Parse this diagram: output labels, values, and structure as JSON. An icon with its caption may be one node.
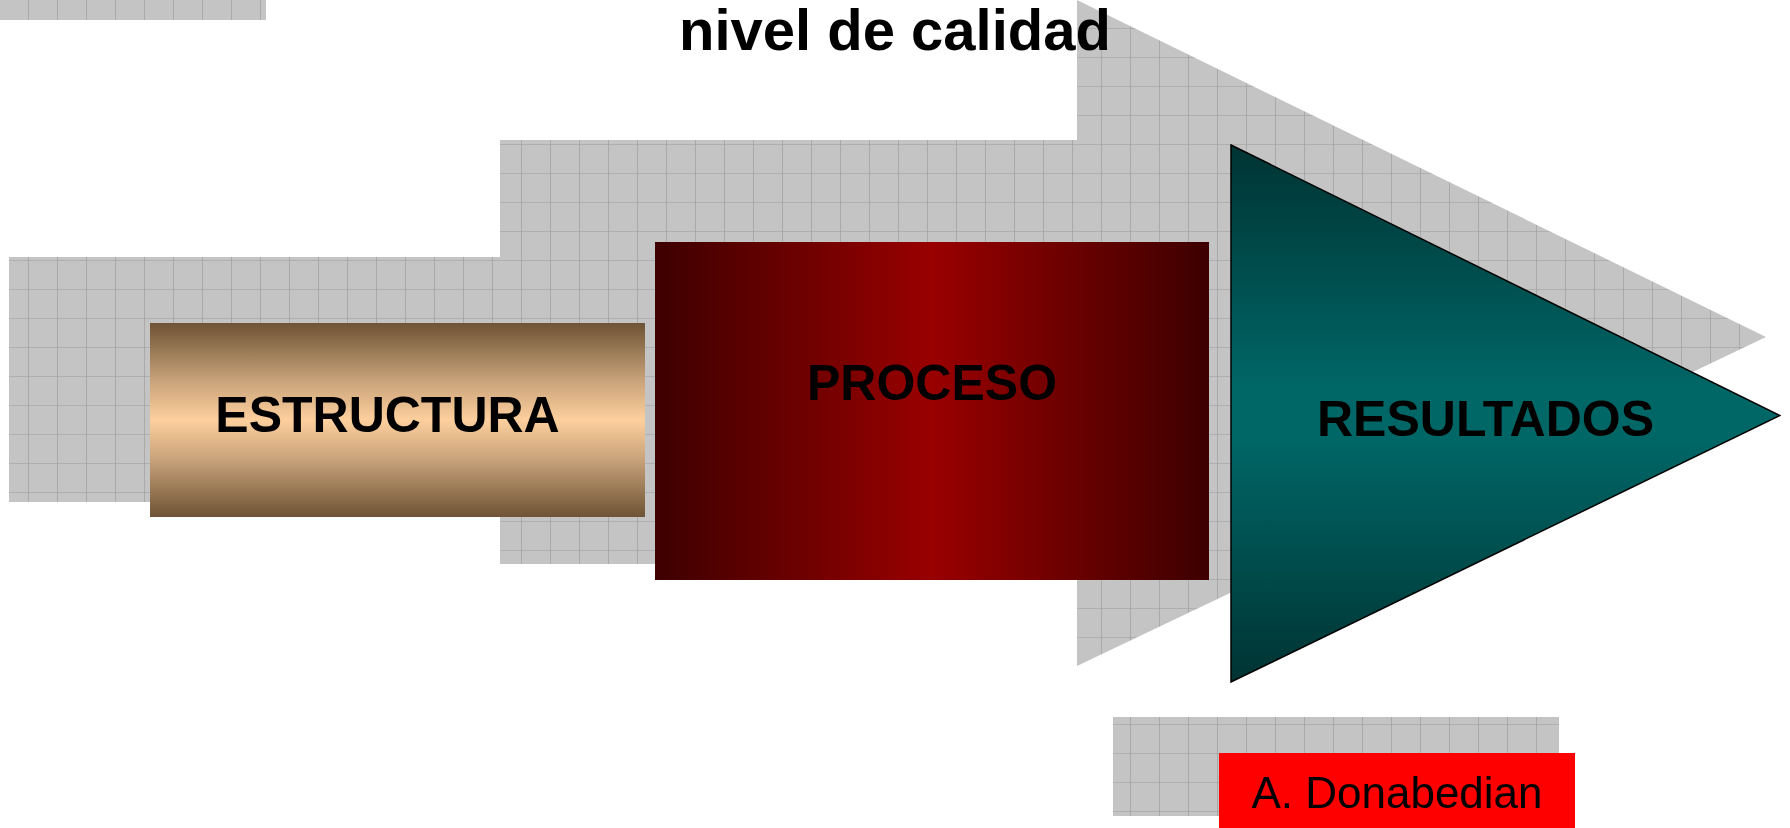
{
  "diagram": {
    "title": "nivel de calidad",
    "nodes": [
      {
        "text": [
          "ESTRUCTURA"
        ]
      },
      {
        "text": [
          "PROCESO"
        ]
      },
      {
        "text": [
          "RESULTADOS"
        ]
      },
      {
        "text": [
          "A. Donabedian"
        ]
      }
    ]
  }
}
